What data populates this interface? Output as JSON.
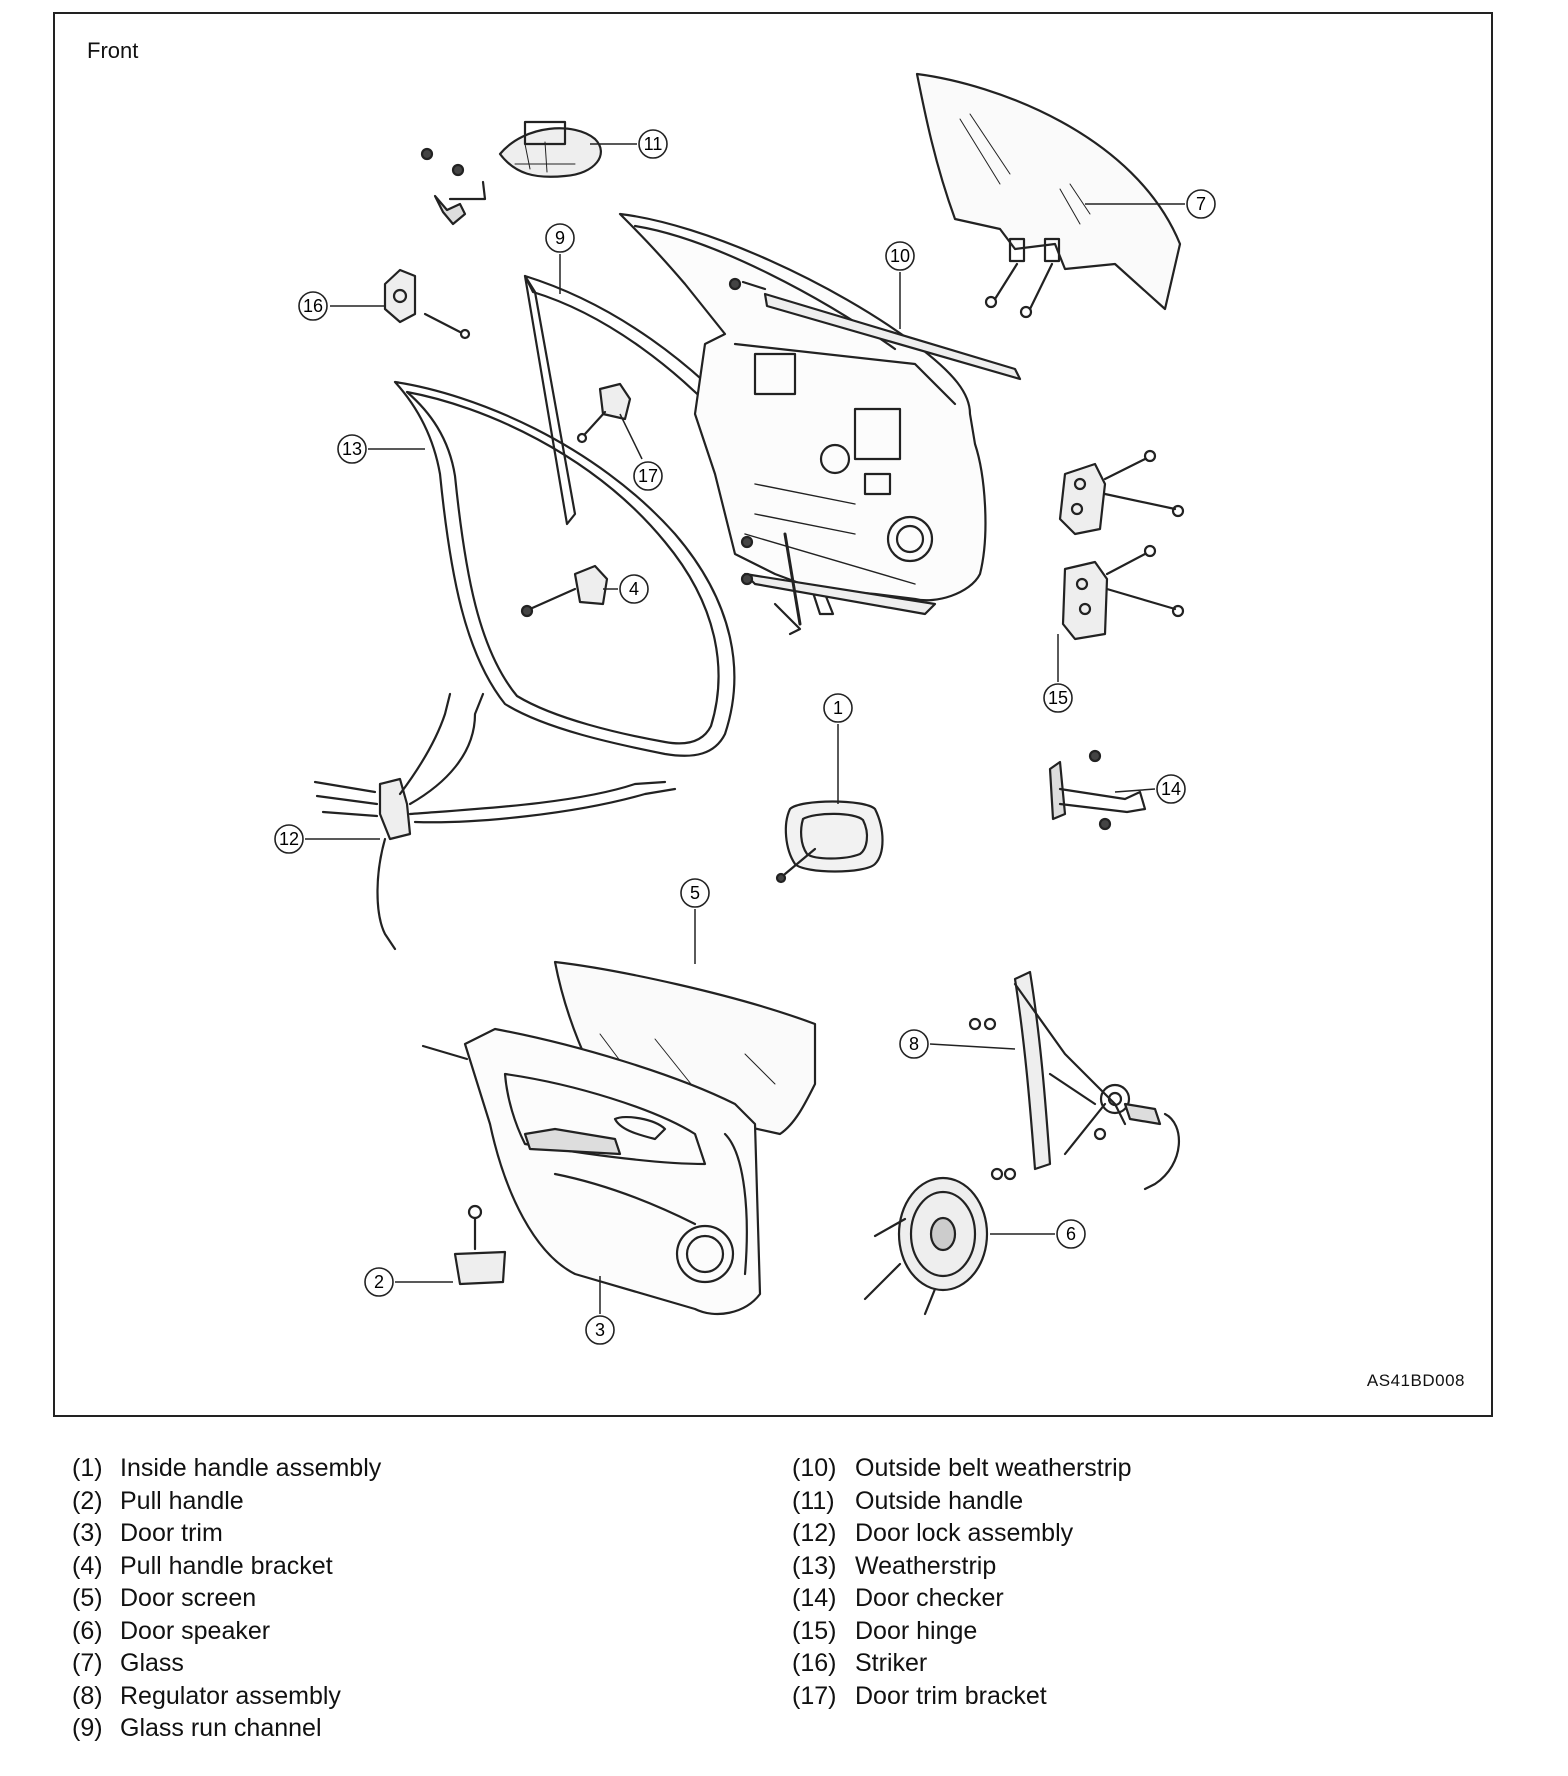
{
  "diagram": {
    "corner_label": "Front",
    "code": "AS41BD008",
    "callouts": [
      "1",
      "2",
      "3",
      "4",
      "5",
      "6",
      "7",
      "8",
      "9",
      "10",
      "11",
      "12",
      "13",
      "14",
      "15",
      "16",
      "17"
    ]
  },
  "legend": {
    "left": [
      {
        "num": "(1)",
        "text": "Inside handle assembly"
      },
      {
        "num": "(2)",
        "text": "Pull handle"
      },
      {
        "num": "(3)",
        "text": "Door trim"
      },
      {
        "num": "(4)",
        "text": "Pull handle bracket"
      },
      {
        "num": "(5)",
        "text": "Door screen"
      },
      {
        "num": "(6)",
        "text": "Door speaker"
      },
      {
        "num": "(7)",
        "text": "Glass"
      },
      {
        "num": "(8)",
        "text": "Regulator assembly"
      },
      {
        "num": "(9)",
        "text": "Glass run channel"
      }
    ],
    "right": [
      {
        "num": "(10)",
        "text": "Outside belt weatherstrip"
      },
      {
        "num": "(11)",
        "text": "Outside handle"
      },
      {
        "num": "(12)",
        "text": "Door lock assembly"
      },
      {
        "num": "(13)",
        "text": "Weatherstrip"
      },
      {
        "num": "(14)",
        "text": "Door checker"
      },
      {
        "num": "(15)",
        "text": "Door hinge"
      },
      {
        "num": "(16)",
        "text": "Striker"
      },
      {
        "num": "(17)",
        "text": "Door trim bracket"
      }
    ]
  }
}
